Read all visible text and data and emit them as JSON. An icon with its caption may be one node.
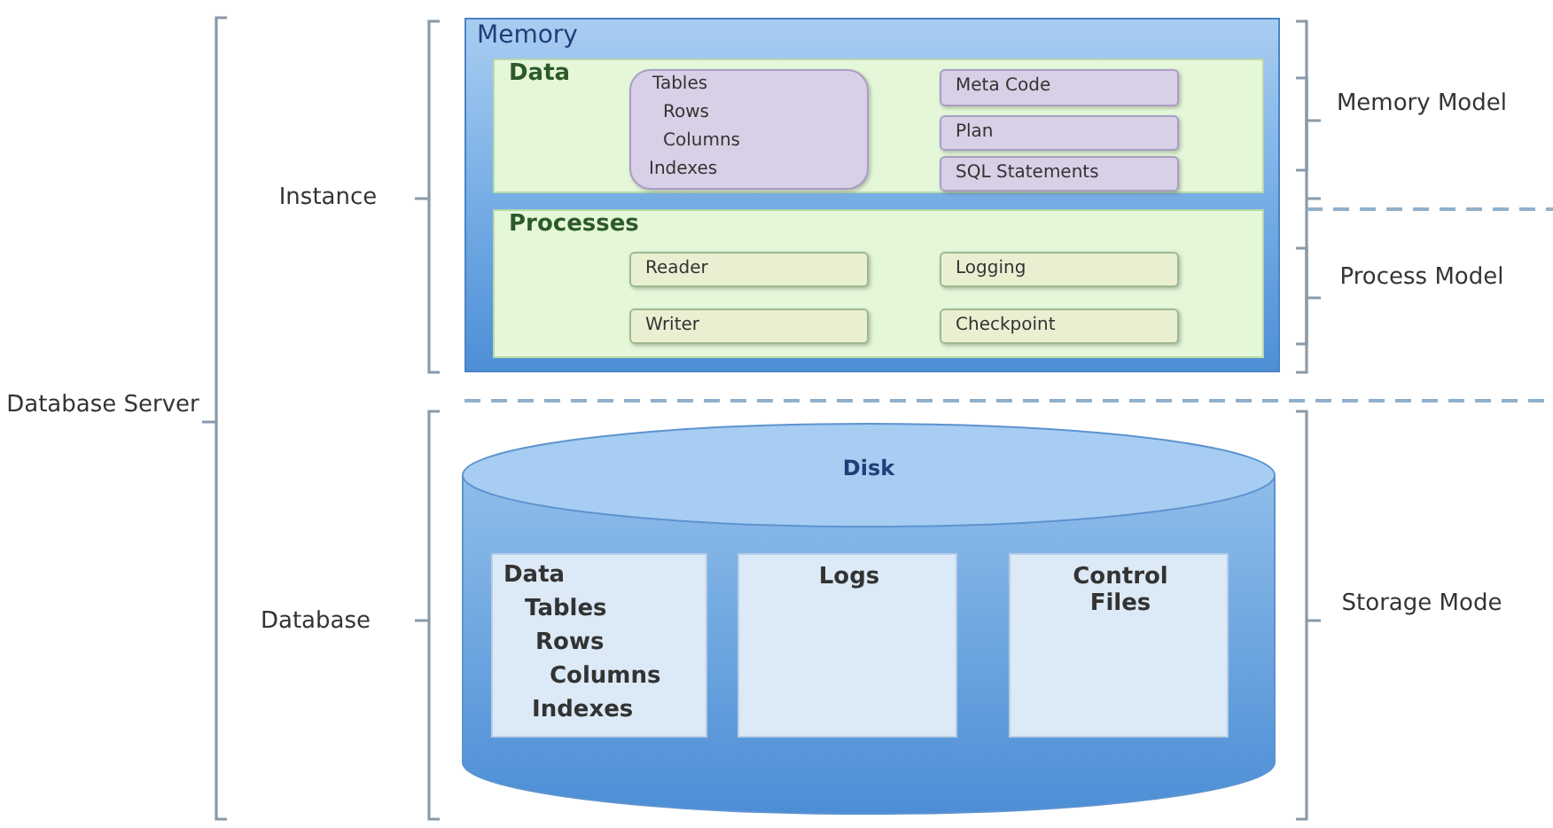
{
  "diagram": {
    "nodes": [
      {
        "text": [
          "Memory"
        ]
      },
      {
        "text": [
          "Data"
        ],
        "in": 0
      },
      {
        "text": [
          "Tables",
          "Rows",
          "Columns",
          "Indexes"
        ],
        "in": 1
      },
      {
        "text": [
          "Meta Code"
        ],
        "in": 1
      },
      {
        "text": [
          "Plan"
        ],
        "in": 1
      },
      {
        "text": [
          "SQL Statements"
        ],
        "in": 1
      },
      {
        "text": [
          "Processes"
        ],
        "in": 0
      },
      {
        "text": [
          "Reader"
        ],
        "in": 6
      },
      {
        "text": [
          "Logging"
        ],
        "in": 6
      },
      {
        "text": [
          "Writer"
        ],
        "in": 6
      },
      {
        "text": [
          "Checkpoint"
        ],
        "in": 6
      },
      {
        "text": [
          "Disk"
        ]
      },
      {
        "text": [
          "Data",
          "Tables",
          "Rows",
          "Columns",
          "Indexes"
        ],
        "in": 11
      },
      {
        "text": [
          "Logs"
        ],
        "in": 11
      },
      {
        "text": [
          "Control Files"
        ],
        "in": 11
      }
    ],
    "edges": [],
    "labels": [
      "Instance",
      "Memory Model",
      "Process Model",
      "Database Server",
      "Database",
      "Storage Mode"
    ]
  }
}
